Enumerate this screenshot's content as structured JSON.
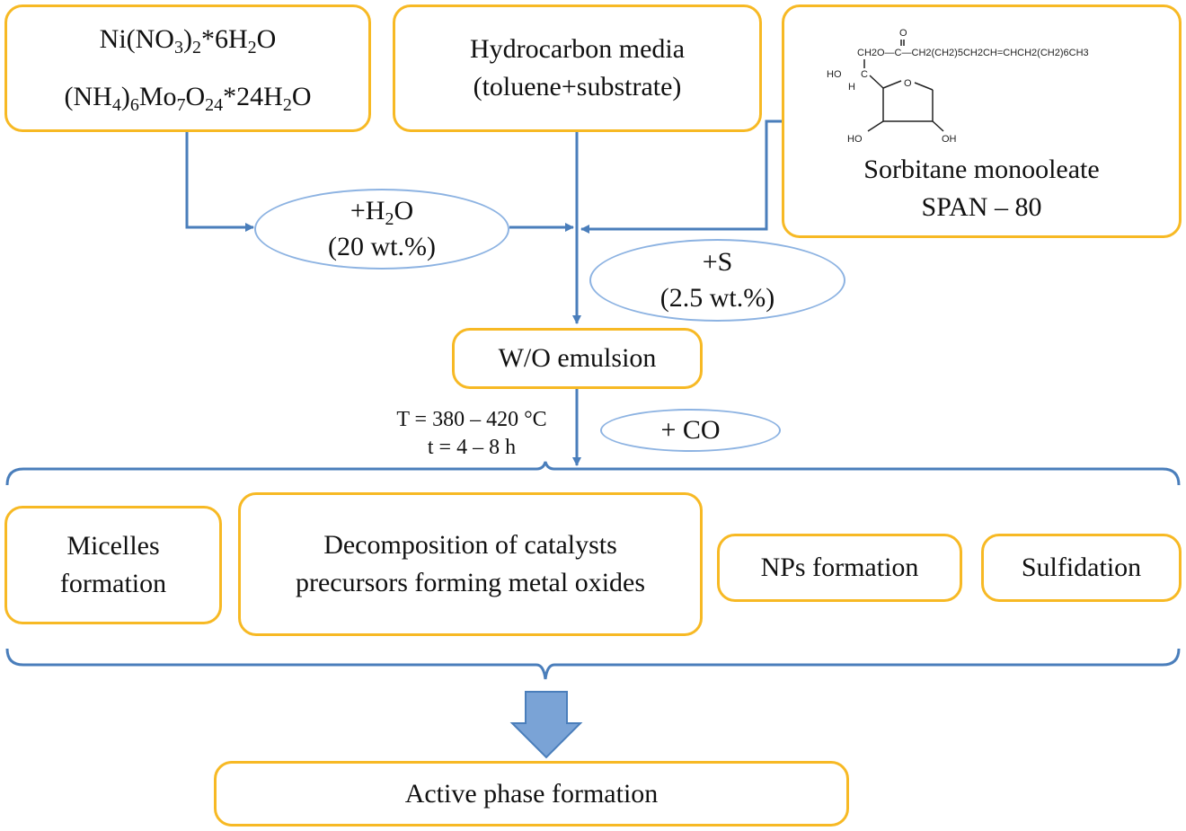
{
  "precursors": {
    "line1": [
      [
        "Ni(NO",
        ""
      ],
      [
        "3",
        "sub"
      ],
      [
        ")",
        ""
      ],
      [
        "2",
        "sub"
      ],
      [
        "*6H",
        ""
      ],
      [
        "2",
        "sub"
      ],
      [
        "O",
        ""
      ]
    ],
    "line2": [
      [
        "(NH",
        ""
      ],
      [
        "4",
        "sub"
      ],
      [
        ")",
        ""
      ],
      [
        "6",
        "sub"
      ],
      [
        "Mo",
        ""
      ],
      [
        "7",
        "sub"
      ],
      [
        "O",
        ""
      ],
      [
        "24",
        "sub"
      ],
      [
        "*24H",
        ""
      ],
      [
        "2",
        "sub"
      ],
      [
        "O",
        ""
      ]
    ]
  },
  "media": {
    "line1": "Hydrocarbon media",
    "line2": "(toluene+substrate)"
  },
  "surfactant": {
    "name": "Sorbitane monooleate",
    "code": "SPAN – 80",
    "structure_chain": "CH2O—C—CH2(CH2)5CH2CH=CHCH2(CH2)6CH3"
  },
  "water": {
    "line1": [
      [
        "+H",
        ""
      ],
      [
        "2",
        "sub"
      ],
      [
        "O",
        ""
      ]
    ],
    "line2": "(20 wt.%)"
  },
  "sulfur": {
    "line1": "+S",
    "line2": "(2.5 wt.%)"
  },
  "emulsion": "W/O emulsion",
  "conditions": {
    "temperature": "T = 380 – 420 °C",
    "time": "t = 4 – 8 h"
  },
  "co": "+ CO",
  "stages": [
    "Micelles formation",
    "Decomposition of  catalysts precursors forming metal oxides",
    "NPs formation",
    "Sulfidation"
  ],
  "result": "Active phase formation",
  "colors": {
    "box_border": "#f7b924",
    "line": "#4a7ebb",
    "ellipse_border": "#8db3e2",
    "big_arrow": "#7aa3d6"
  }
}
